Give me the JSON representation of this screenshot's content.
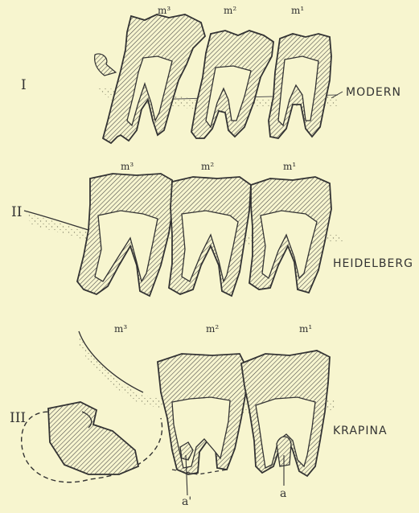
{
  "rows": [
    {
      "numeral": "I",
      "site": "MODERN",
      "teeth": [
        "m³",
        "m²",
        "m¹"
      ]
    },
    {
      "numeral": "II",
      "site": "HEIDELBERG",
      "teeth": [
        "m³",
        "m²",
        "m¹"
      ]
    },
    {
      "numeral": "III",
      "site": "KRAPINA",
      "teeth": [
        "m³",
        "m²",
        "m¹"
      ]
    }
  ],
  "pointers": {
    "a_prime": "a'",
    "a": "a"
  },
  "colors": {
    "background": "#f7f5cf",
    "ink": "#333333",
    "gum_stipple": "#8a8a70"
  }
}
